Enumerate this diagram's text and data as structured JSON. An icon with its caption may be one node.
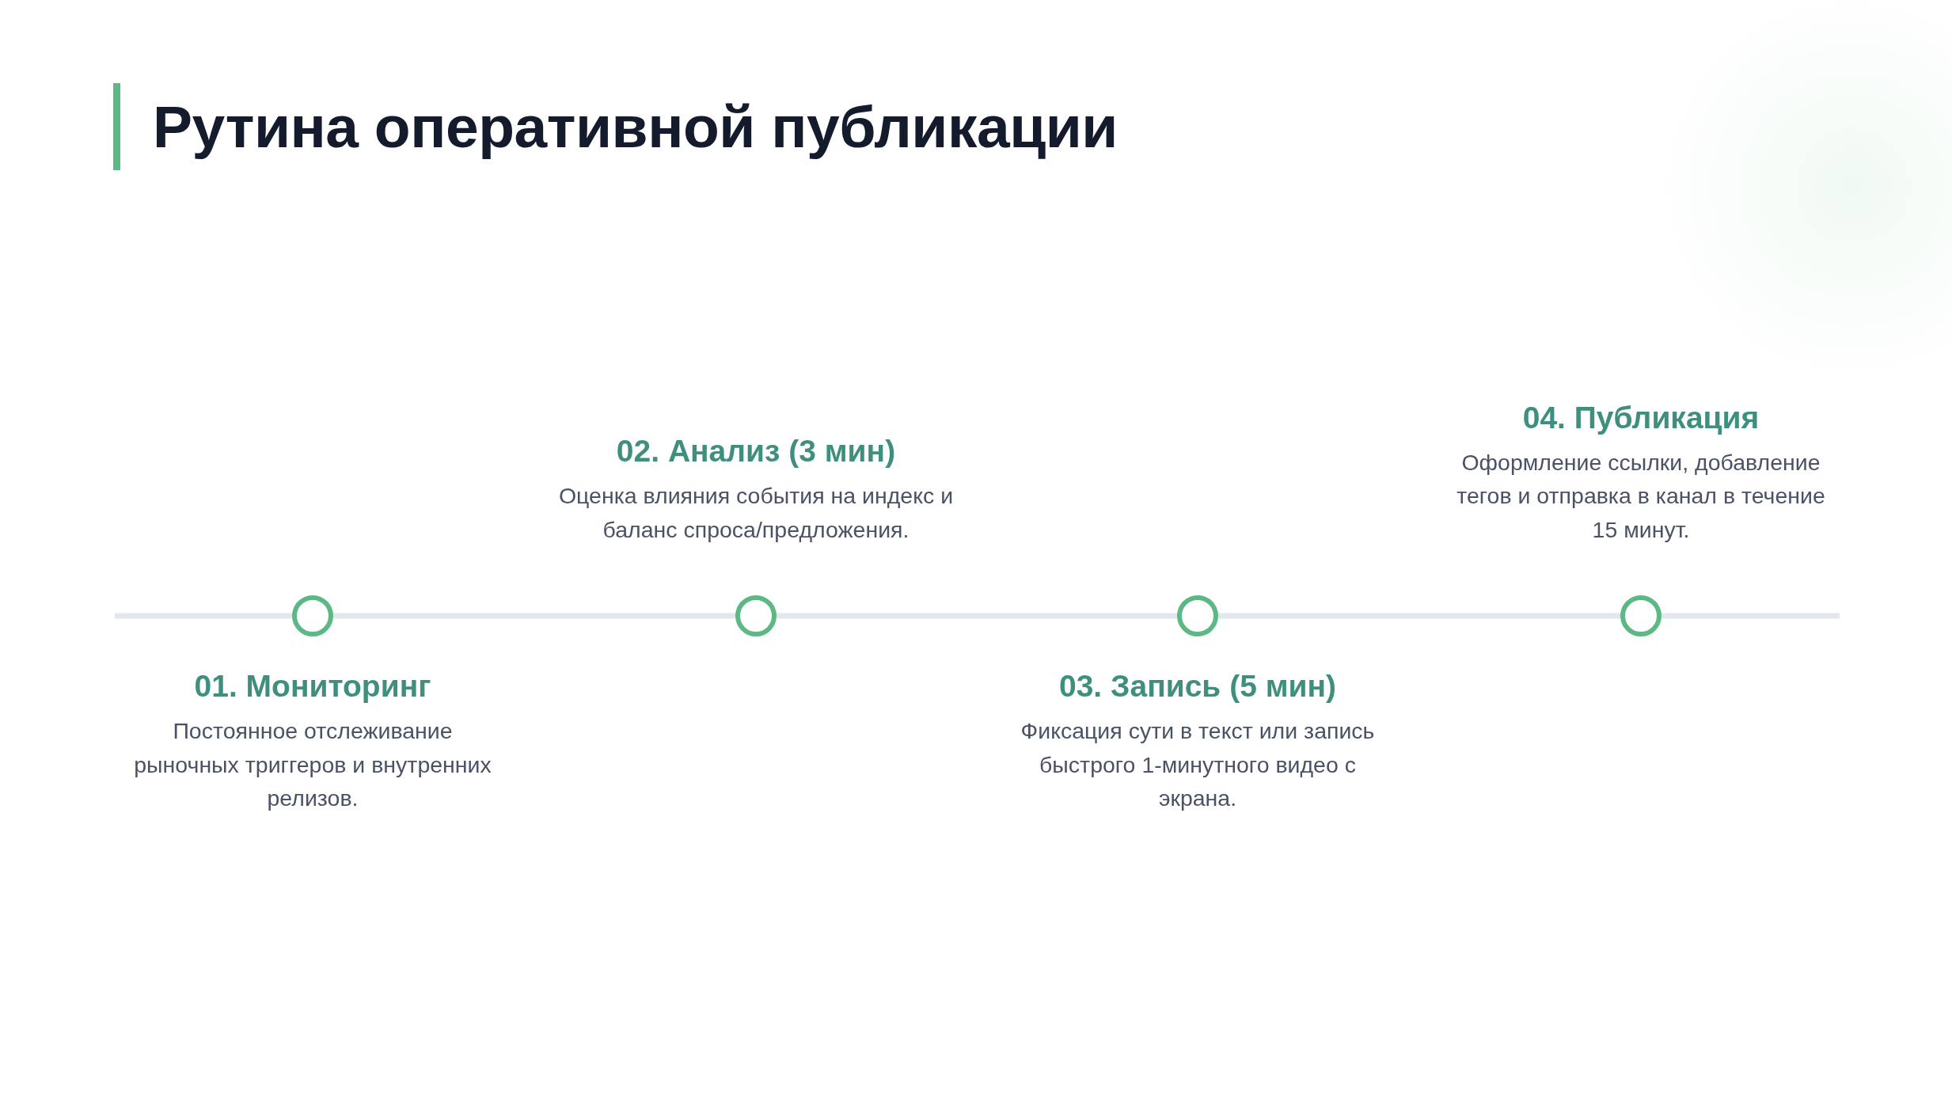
{
  "diagram": {
    "title": "Рутина оперативной публикации",
    "nodes": [
      {
        "text": [],
        "shape": "circle",
        "beside": [
          "01. Мониторинг",
          "Постоянное отслеживание рыночных триггеров и внутренних релизов."
        ]
      },
      {
        "text": [],
        "shape": "circle",
        "beside": [
          "02. Анализ (3 мин)",
          "Оценка влияния события на индекс и баланс спроса/предложения."
        ]
      },
      {
        "text": [],
        "shape": "circle",
        "beside": [
          "03. Запись (5 мин)",
          "Фиксация сути в текст или запись быстрого 1-минутного видео с экрана."
        ]
      },
      {
        "text": [],
        "shape": "circle",
        "beside": [
          "04. Публикация",
          "Оформление ссылки, добавление тегов и отправка в канал в течение 15 минут."
        ]
      }
    ],
    "edges": [
      {
        "from": null,
        "to": 0,
        "arrow": "none"
      },
      {
        "from": 0,
        "to": 1,
        "arrow": "none"
      },
      {
        "from": 1,
        "to": 2,
        "arrow": "none"
      },
      {
        "from": 2,
        "to": 3,
        "arrow": "none"
      },
      {
        "from": 3,
        "to": null,
        "arrow": "none"
      }
    ]
  }
}
